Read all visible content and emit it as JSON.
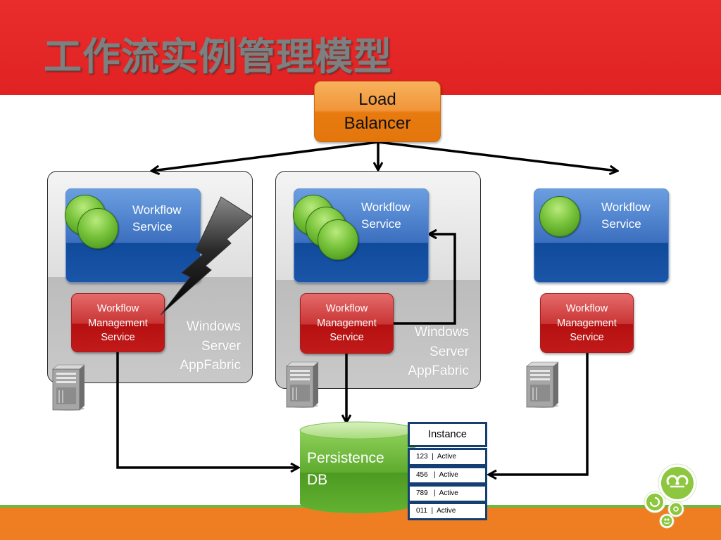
{
  "slide": {
    "title": "工作流实例管理模型"
  },
  "load_balancer": {
    "label_line1": "Load",
    "label_line2": "Balancer"
  },
  "servers": [
    {
      "workflow_service": {
        "line1": "Workflow",
        "line2": "Service",
        "instance_count": 2
      },
      "management_service": {
        "line1": "Workflow",
        "line2": "Management",
        "line3": "Service"
      },
      "platform": {
        "line1": "Windows",
        "line2": "Server",
        "line3": "AppFabric"
      },
      "status": "failed"
    },
    {
      "workflow_service": {
        "line1": "Workflow",
        "line2": "Service",
        "instance_count": 3
      },
      "management_service": {
        "line1": "Workflow",
        "line2": "Management",
        "line3": "Service"
      },
      "platform": {
        "line1": "Windows",
        "line2": "Server",
        "line3": "AppFabric"
      },
      "status": "active"
    },
    {
      "workflow_service": {
        "line1": "Workflow",
        "line2": "Service",
        "instance_count": 1
      },
      "management_service": {
        "line1": "Workflow",
        "line2": "Management",
        "line3": "Service"
      }
    }
  ],
  "persistence_db": {
    "line1": "Persistence",
    "line2": "DB"
  },
  "instance_table": {
    "header": "Instance",
    "rows": [
      {
        "id": "123",
        "status": "Active"
      },
      {
        "id": "456",
        "status": "Active"
      },
      {
        "id": "789",
        "status": "Active"
      },
      {
        "id": "011",
        "status": "Active"
      }
    ],
    "row_text": [
      "123  |  Active",
      "456   |  Active",
      "789   |  Active",
      "011  |  Active"
    ]
  },
  "colors": {
    "header_red": "#e02222",
    "footer_orange": "#ef7e22",
    "load_balancer_orange": "#e87b10",
    "service_blue": "#0f4a9b",
    "management_red": "#b51010",
    "db_green": "#5fac2f",
    "table_border": "#133f73",
    "logo_green": "#8dc63f"
  },
  "icons": [
    "lightning-bolt-icon",
    "server-tower-icon",
    "workflow-instance-ball-icon",
    "logo-icon"
  ]
}
